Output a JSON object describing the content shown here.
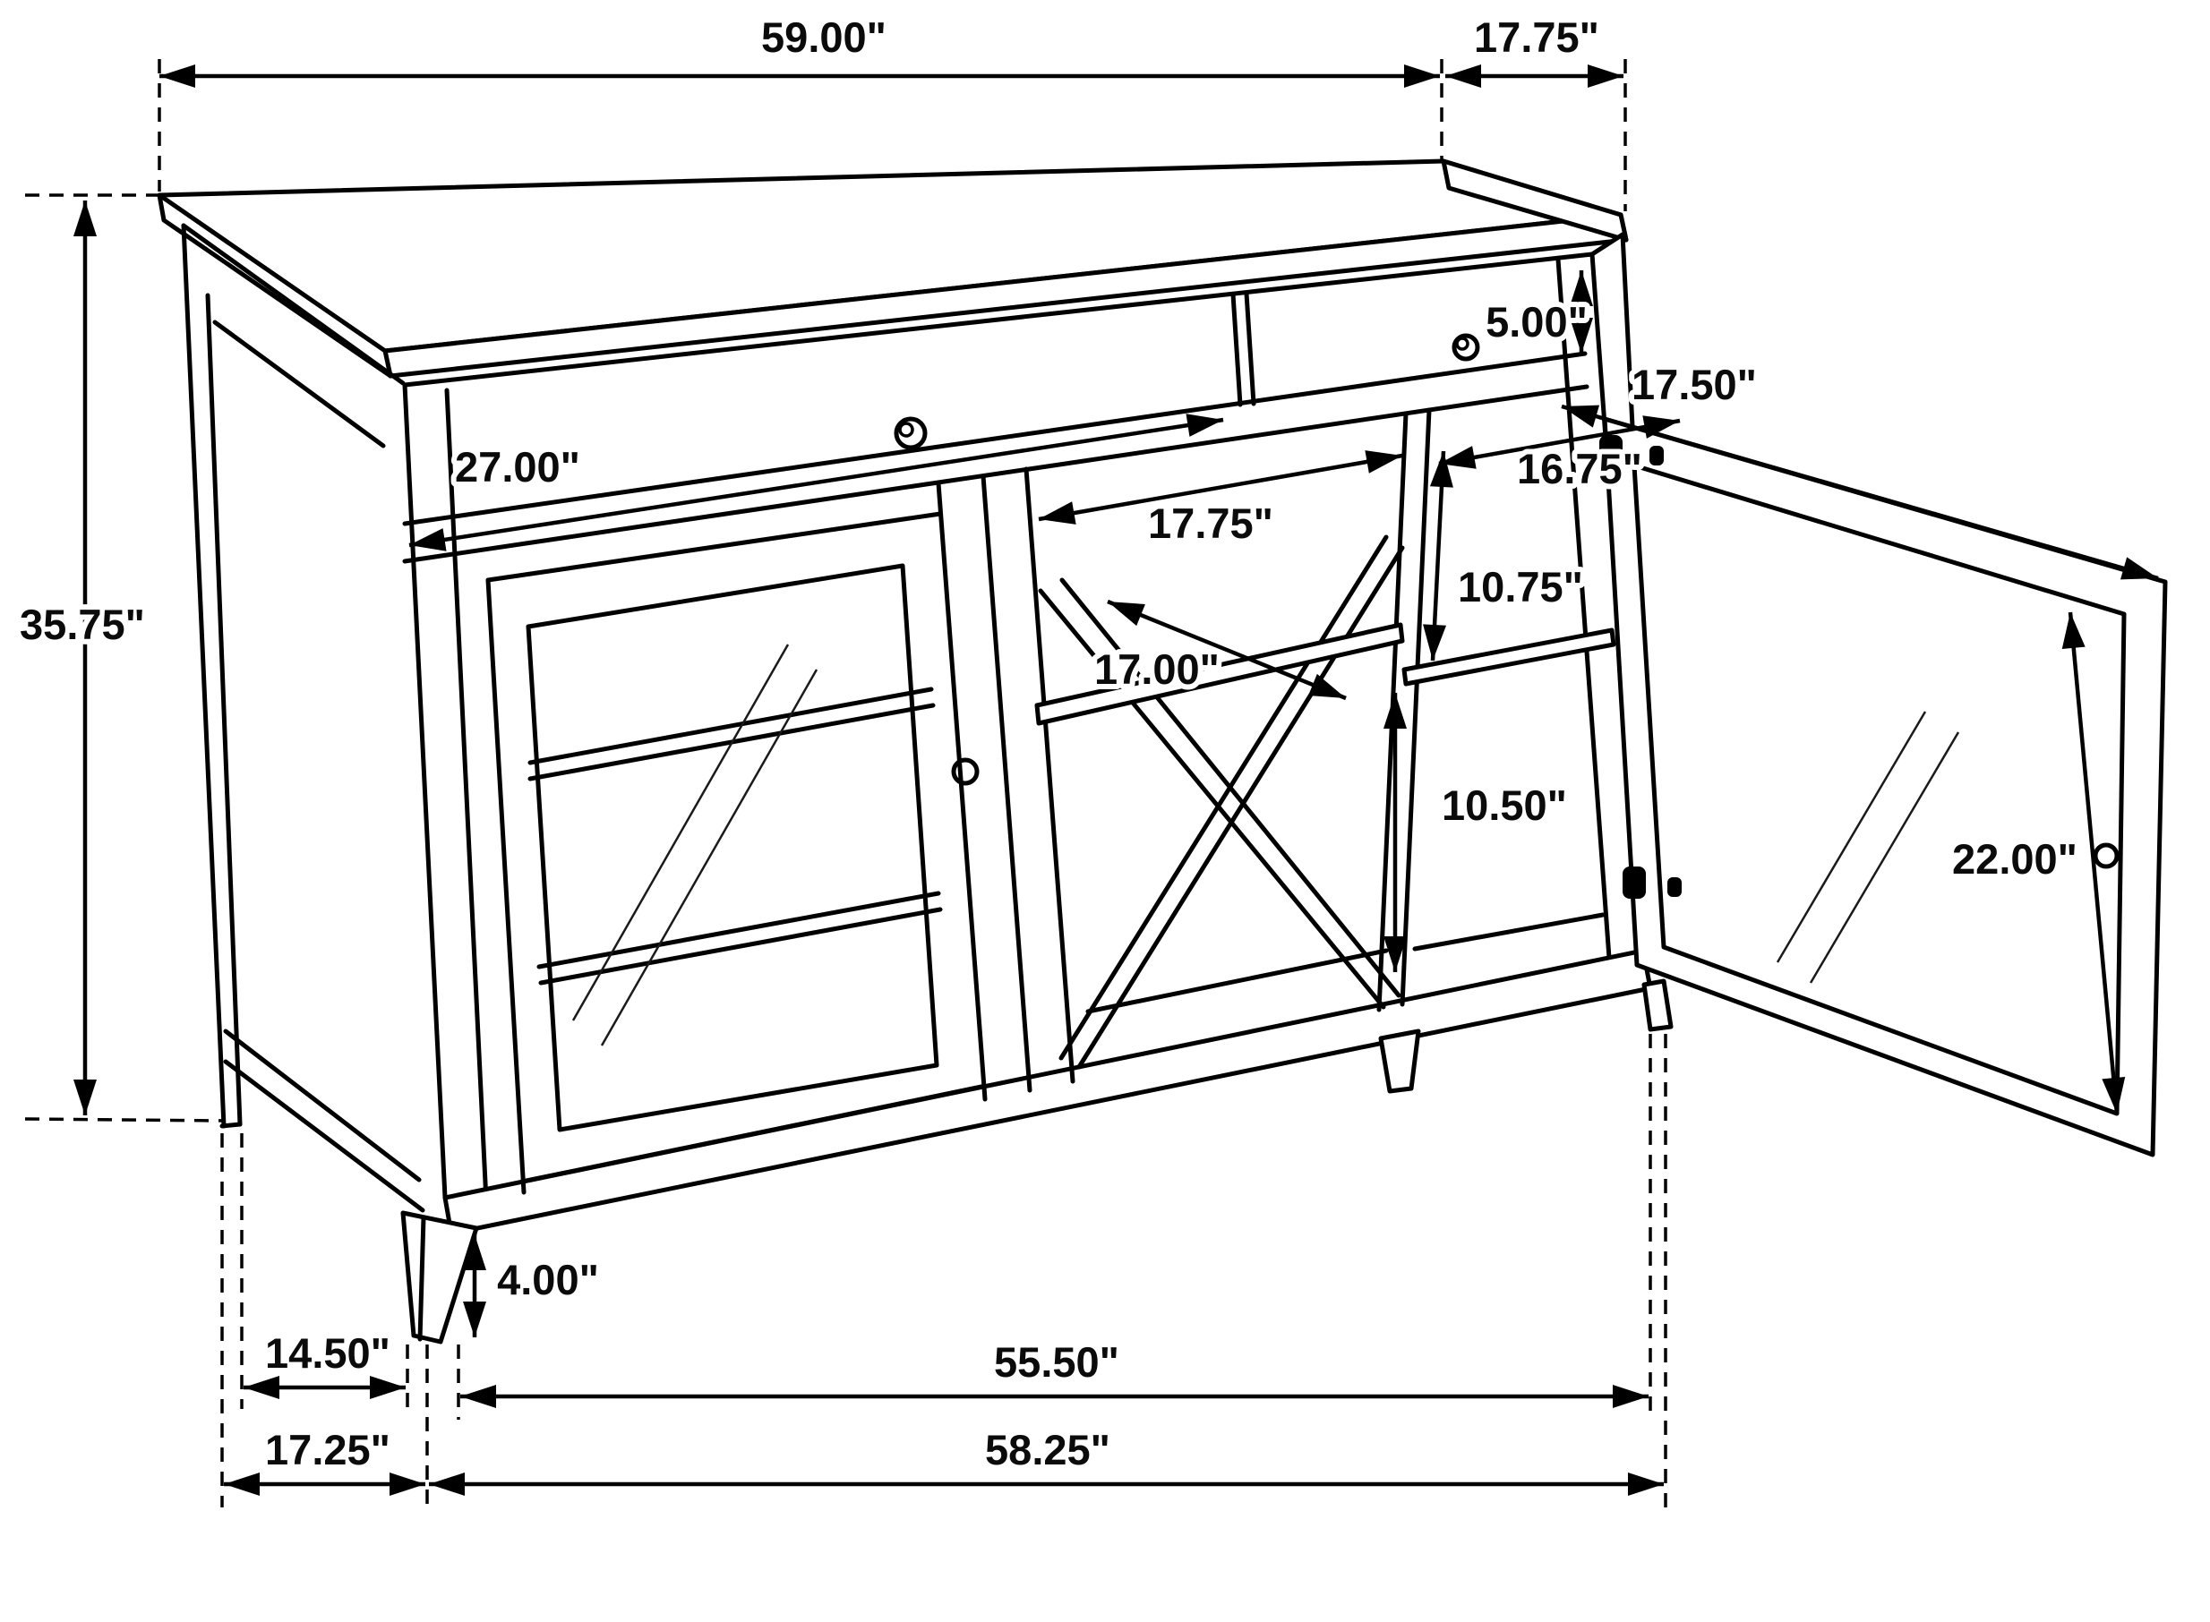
{
  "diagram": {
    "title": "Accent cabinet / sideboard dimension drawing",
    "units": "inches",
    "style": "black line isometric drawing with dimension arrows",
    "dimensions": {
      "overall_top_length": {
        "label": "59.00\"",
        "value": 59.0,
        "what": "overall top length"
      },
      "top_depth": {
        "label": "17.75\"",
        "value": 17.75,
        "what": "top depth"
      },
      "drawer_height": {
        "label": "5.00\"",
        "value": 5.0,
        "what": "drawer front height"
      },
      "door_width": {
        "label": "17.50\"",
        "value": 17.5,
        "what": "open door width"
      },
      "drawer_width": {
        "label": "27.00\"",
        "value": 27.0,
        "what": "left drawer width"
      },
      "middle_opening_width": {
        "label": "17.75\"",
        "value": 17.75,
        "what": "middle compartment interior width"
      },
      "right_opening_width": {
        "label": "16.75\"",
        "value": 16.75,
        "what": "right compartment interior width"
      },
      "shelf_space_upper": {
        "label": "10.75\"",
        "value": 10.75,
        "what": "space above shelf"
      },
      "shelf_depth": {
        "label": "17.00\"",
        "value": 17.0,
        "what": "interior shelf depth"
      },
      "shelf_space_lower": {
        "label": "10.50\"",
        "value": 10.5,
        "what": "space below shelf"
      },
      "door_glass_height": {
        "label": "22.00\"",
        "value": 22.0,
        "what": "door glass height"
      },
      "overall_height": {
        "label": "35.75\"",
        "value": 35.75,
        "what": "overall height"
      },
      "leg_height": {
        "label": "4.00\"",
        "value": 4.0,
        "what": "leg height"
      },
      "side_leg_span": {
        "label": "14.50\"",
        "value": 14.5,
        "what": "side leg spacing"
      },
      "front_leg_span": {
        "label": "55.50\"",
        "value": 55.5,
        "what": "spacing between front legs"
      },
      "base_depth": {
        "label": "17.25\"",
        "value": 17.25,
        "what": "base depth"
      },
      "overall_base_width": {
        "label": "58.25\"",
        "value": 58.25,
        "what": "overall base width"
      }
    }
  }
}
